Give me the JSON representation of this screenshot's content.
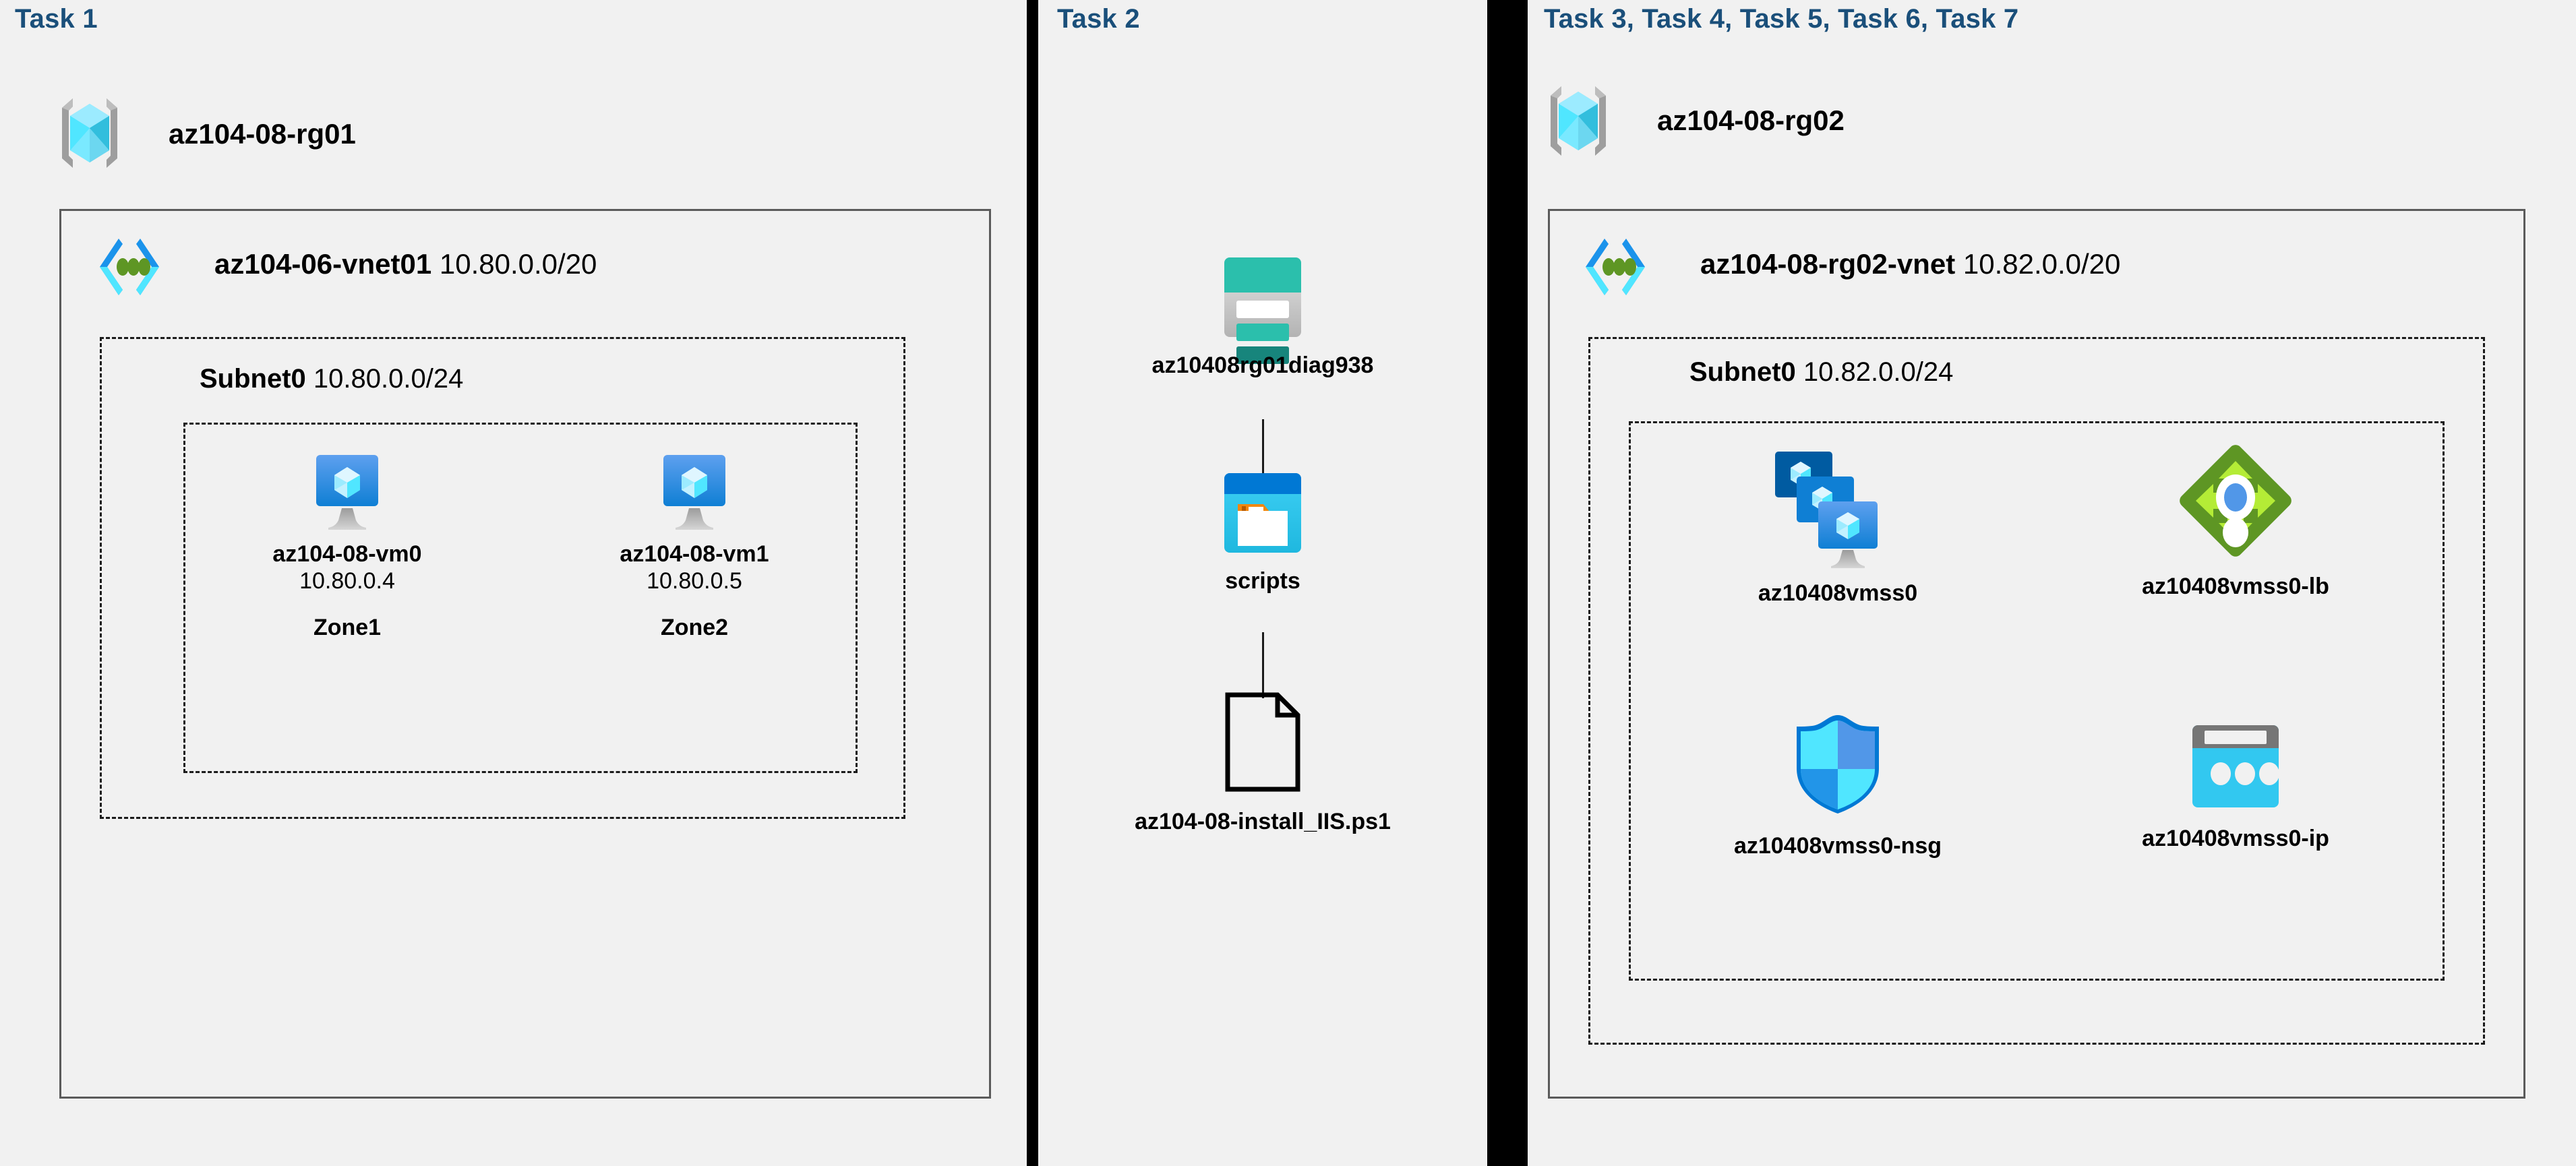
{
  "diagram": {
    "title": "Azure AZ-104 Lab 08 architecture",
    "background": "#f1f1f1",
    "header_color": "#1a4f7a"
  },
  "panels": [
    {
      "id": "task1",
      "header": "Task 1",
      "resource_group": {
        "name": "az104-08-rg01",
        "icon": "resource-group-icon",
        "vnet": {
          "name": "az104-06-vnet01",
          "cidr": "10.80.0.0/20",
          "icon": "virtual-network-icon",
          "subnet": {
            "name": "Subnet0",
            "cidr": "10.80.0.0/24",
            "vms": [
              {
                "name": "az104-08-vm0",
                "ip": "10.80.0.4",
                "zone": "Zone1",
                "icon": "virtual-machine-icon"
              },
              {
                "name": "az104-08-vm1",
                "ip": "10.80.0.5",
                "zone": "Zone2",
                "icon": "virtual-machine-icon"
              }
            ]
          }
        }
      }
    },
    {
      "id": "task2",
      "header": "Task 2",
      "chain": [
        {
          "name": "az10408rg01diag938",
          "icon": "storage-account-icon"
        },
        {
          "name": "scripts",
          "icon": "blob-container-icon"
        },
        {
          "name": "az104-08-install_IIS.ps1",
          "icon": "file-icon"
        }
      ]
    },
    {
      "id": "task3",
      "header": "Task 3, Task 4, Task 5, Task 6, Task 7",
      "resource_group": {
        "name": "az104-08-rg02",
        "icon": "resource-group-icon",
        "vnet": {
          "name": "az104-08-rg02-vnet",
          "cidr": "10.82.0.0/20",
          "icon": "virtual-network-icon",
          "subnet": {
            "name": "Subnet0",
            "cidr": "10.82.0.0/24",
            "resources": [
              {
                "name": "az10408vmss0",
                "icon": "vm-scale-set-icon"
              },
              {
                "name": "az10408vmss0-lb",
                "icon": "load-balancer-icon"
              },
              {
                "name": "az10408vmss0-nsg",
                "icon": "network-security-group-icon"
              },
              {
                "name": "az10408vmss0-ip",
                "icon": "public-ip-address-icon"
              }
            ]
          }
        }
      }
    }
  ],
  "colors": {
    "task_header": "#1a4f7a",
    "panel_background": "#f1f1f1",
    "divider": "#000000",
    "solid_border": "#5b5b5b",
    "dashed_border": "#1b1b1b",
    "azure_blue": "#0078d4",
    "cyan": "#32c8f0",
    "teal": "#2bbfac",
    "green": "#5e9624",
    "orange": "#f2870d",
    "gray": "#767676"
  }
}
